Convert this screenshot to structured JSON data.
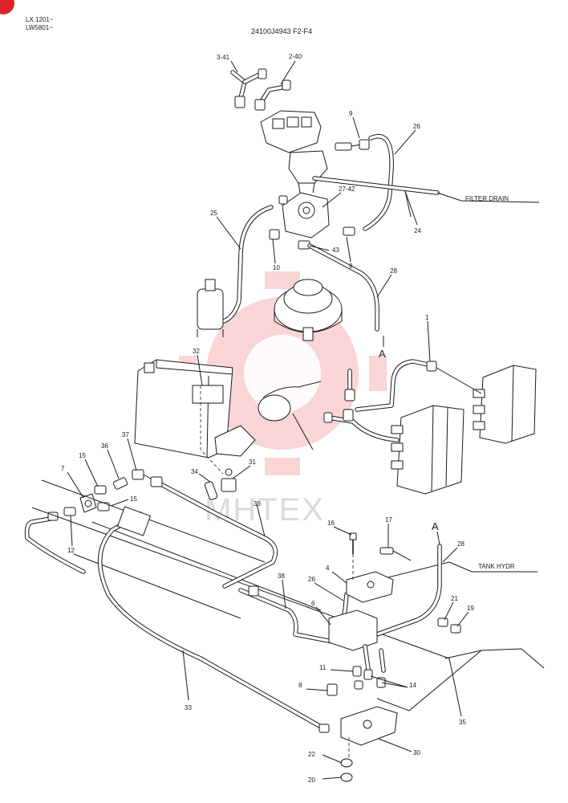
{
  "header": {
    "model_line_1": "LX 1201~",
    "model_line_2": "LW5801~",
    "drawing_number": "24100J4943 F2-F4"
  },
  "watermark": {
    "text": "MHTEX",
    "color": "#e8424a"
  },
  "badge_color": "#d9252b",
  "labels": {
    "filter_drain": "FILTER DRAIN",
    "tank_hydr": "TANK HYDR",
    "marker_a1": "A",
    "marker_a2": "A"
  },
  "callouts": [
    "3-41",
    "2-40",
    "9",
    "26",
    "27-42",
    "24",
    "25",
    "43",
    "10",
    "9",
    "28",
    "1",
    "32",
    "37",
    "36",
    "15",
    "7",
    "15",
    "12",
    "34",
    "31",
    "39",
    "16",
    "17",
    "28",
    "4",
    "26",
    "38",
    "6",
    "21",
    "19",
    "11",
    "14",
    "8",
    "33",
    "35",
    "30",
    "22",
    "20"
  ]
}
